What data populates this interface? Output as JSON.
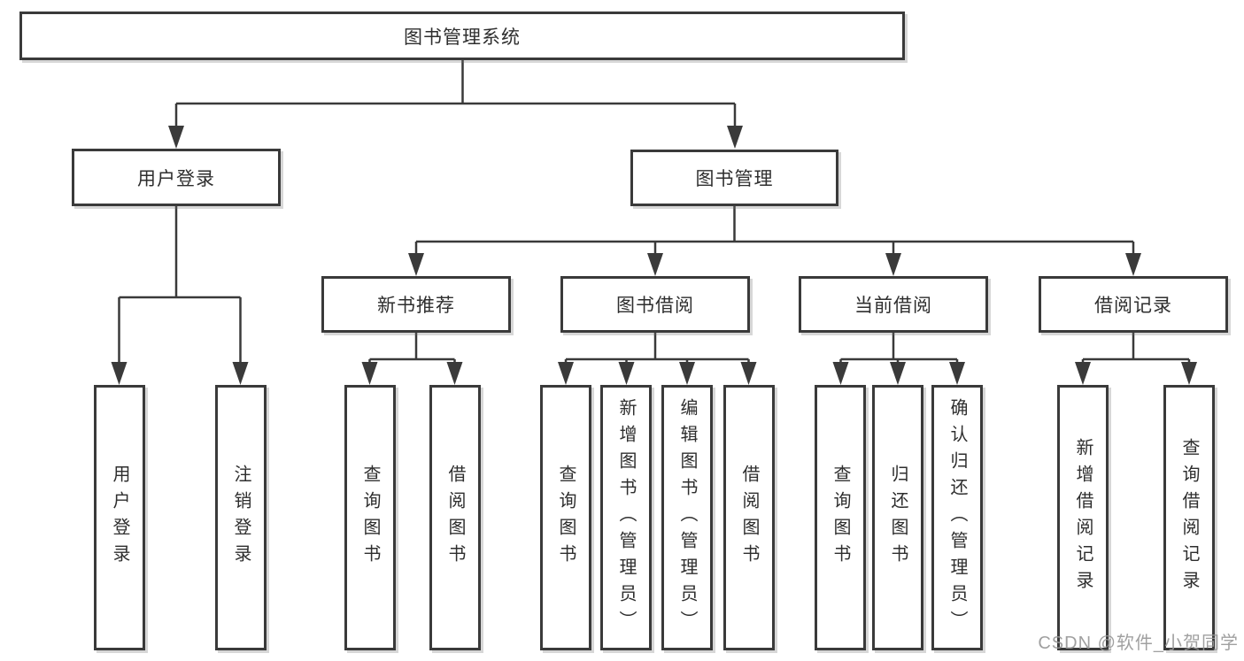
{
  "colors": {
    "line": "#3a3a3a",
    "box_border": "#3a3a3a",
    "text": "#2e2e2e",
    "watermark": "#969696",
    "background": "#ffffff"
  },
  "diagram": {
    "root": {
      "label": "图书管理系统"
    },
    "branches": {
      "user_login": {
        "label": "用户登录",
        "children": [
          {
            "label": "用户登录"
          },
          {
            "label": "注销登录"
          }
        ]
      },
      "book_management": {
        "label": "图书管理",
        "sections": [
          {
            "label": "新书推荐",
            "children": [
              {
                "label": "查询图书"
              },
              {
                "label": "借阅图书"
              }
            ]
          },
          {
            "label": "图书借阅",
            "children": [
              {
                "label": "查询图书"
              },
              {
                "label": "新增图书（管理员）"
              },
              {
                "label": "编辑图书（管理员）"
              },
              {
                "label": "借阅图书"
              }
            ]
          },
          {
            "label": "当前借阅",
            "children": [
              {
                "label": "查询图书"
              },
              {
                "label": "归还图书"
              },
              {
                "label": "确认归还（管理员）"
              }
            ]
          },
          {
            "label": "借阅记录",
            "children": [
              {
                "label": "新增借阅记录"
              },
              {
                "label": "查询借阅记录"
              }
            ]
          }
        ]
      }
    }
  },
  "watermark": {
    "text": "CSDN @软件_小贺同学"
  }
}
